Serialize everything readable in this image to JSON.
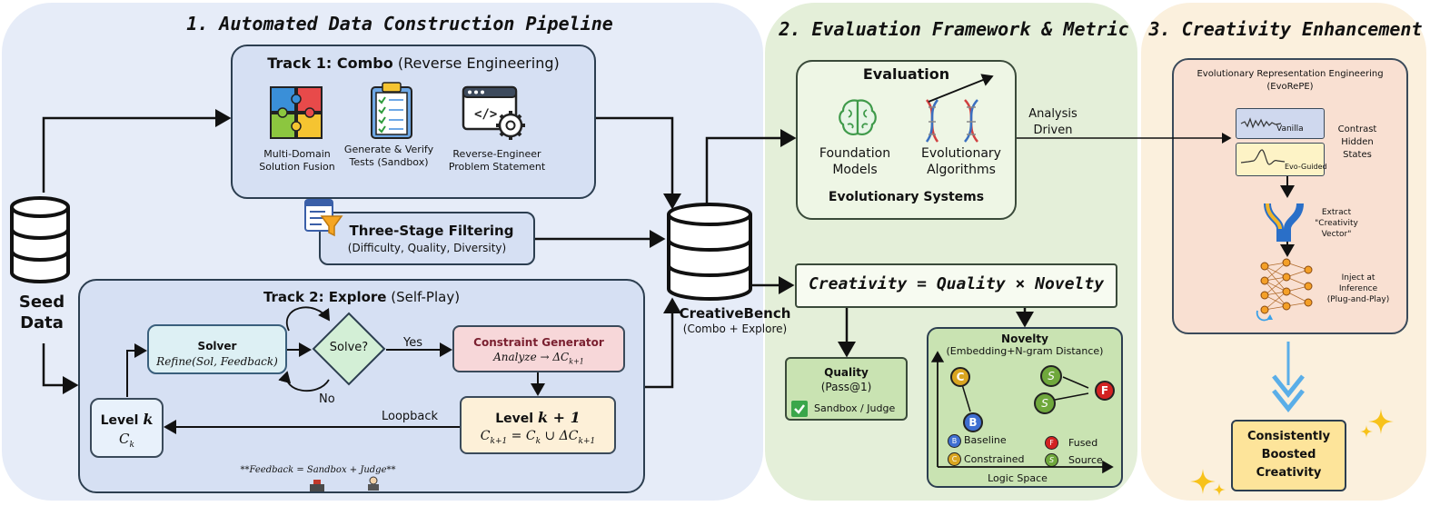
{
  "panel1": {
    "title": "1. Automated Data Construction Pipeline",
    "seed": {
      "line1": "Seed",
      "line2": "Data"
    },
    "track1": {
      "title_bold": "Track 1: Combo",
      "title_rest": "(Reverse Engineering)",
      "items": [
        {
          "icon": "puzzle-icon",
          "label": "Multi-Domain Solution Fusion"
        },
        {
          "icon": "clipboard-checklist-icon",
          "label": "Generate & Verify Tests (Sandbox)"
        },
        {
          "icon": "code-gear-icon",
          "label": "Reverse-Engineer Problem Statement"
        }
      ]
    },
    "filtering": {
      "title": "Three-Stage Filtering",
      "subtitle": "(Difficulty, Quality, Diversity)"
    },
    "track2": {
      "title_bold": "Track 2: Explore",
      "title_rest": "(Self-Play)",
      "solver_title": "Solver",
      "solver_sub": "Refine(Sol, Feedback)",
      "decision": "Solve?",
      "yes": "Yes",
      "no": "No",
      "constraint_title": "Constraint Generator",
      "constraint_sub": "Analyze → ΔC",
      "constraint_sub_index": "k+1",
      "level_k_title": "Level ",
      "level_k_var": "k",
      "level_k_sub": "C",
      "level_k_sub_index": "k",
      "level_k1_title": "Level ",
      "level_k1_var": "k + 1",
      "level_k1_formula": "C",
      "loopback": "Loopback",
      "feedback": "**Feedback = Sandbox + Judge**"
    },
    "bench": {
      "title": "CreativeBench",
      "subtitle": "(Combo + Explore)"
    }
  },
  "panel2": {
    "title": "2. Evaluation Framework & Metric",
    "evaluation": {
      "title": "Evaluation",
      "left_label": "Foundation Models",
      "right_label": "Evolutionary Algorithms",
      "footer": "Evolutionary Systems"
    },
    "analysis": {
      "line1": "Analysis",
      "line2": "Driven"
    },
    "formula": "Creativity = Quality × Novelty",
    "quality": {
      "title": "Quality",
      "metric": "(Pass@1)",
      "check_label": "Sandbox / Judge"
    },
    "novelty": {
      "title": "Novelty",
      "subtitle": "(Embedding+N-gram Distance)",
      "axis_label": "Logic Space",
      "legend": [
        {
          "letter": "B",
          "label": "Baseline",
          "color": "#3f6fd1"
        },
        {
          "letter": "C",
          "label": "Constrained",
          "color": "#d9a520"
        },
        {
          "letter": "F",
          "label": "Fused",
          "color": "#d32222"
        },
        {
          "letter": "S",
          "label": "Source",
          "color": "#6fa83c"
        }
      ]
    }
  },
  "panel3": {
    "title": "3. Creativity Enhancement",
    "evorepe": {
      "title": "Evolutionary Representation Engineering",
      "abbr": "(EvoRePE)"
    },
    "vanilla": "Vanilla",
    "evo_guided": "Evo-Guided",
    "contrast": "Contrast Hidden States",
    "extract": {
      "line1": "Extract",
      "line2": "\"Creativity",
      "line3": "Vector\""
    },
    "inject": {
      "line1": "Inject at",
      "line2": "Inference",
      "line3": "(Plug-and-Play)"
    },
    "result": "Consistently Boosted Creativity"
  },
  "colors": {
    "panel1_bg": "#e6ecf8",
    "panel2_bg": "#e4efd9",
    "panel3_bg": "#fbf0dd",
    "track_box": "#d6e0f3",
    "solver": "#ddf0f4",
    "constraint": "#f7d7d9",
    "level_k1": "#fdf0d8",
    "quality_box": "#c9e3b2",
    "novelty_box": "#c9e3b2",
    "evorepe_box": "#f9e0d2",
    "result_box": "#fde49a"
  }
}
